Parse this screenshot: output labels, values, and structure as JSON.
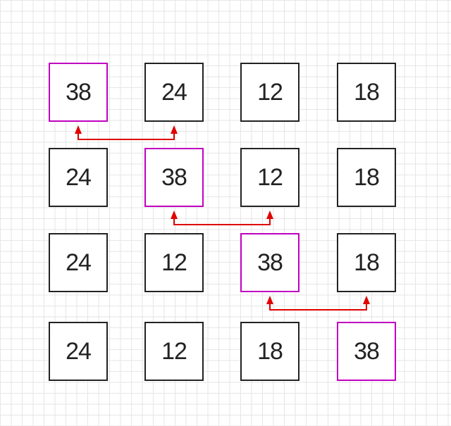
{
  "colors": {
    "cell_border": "#222222",
    "highlight_border": "#c000c0",
    "arrow": "#e00000",
    "text": "#222222"
  },
  "rows": [
    {
      "cells": [
        {
          "value": "38",
          "highlight": true
        },
        {
          "value": "24",
          "highlight": false
        },
        {
          "value": "12",
          "highlight": false
        },
        {
          "value": "18",
          "highlight": false
        }
      ]
    },
    {
      "cells": [
        {
          "value": "24",
          "highlight": false
        },
        {
          "value": "38",
          "highlight": true
        },
        {
          "value": "12",
          "highlight": false
        },
        {
          "value": "18",
          "highlight": false
        }
      ]
    },
    {
      "cells": [
        {
          "value": "24",
          "highlight": false
        },
        {
          "value": "12",
          "highlight": false
        },
        {
          "value": "38",
          "highlight": true
        },
        {
          "value": "18",
          "highlight": false
        }
      ]
    },
    {
      "cells": [
        {
          "value": "24",
          "highlight": false
        },
        {
          "value": "12",
          "highlight": false
        },
        {
          "value": "18",
          "highlight": false
        },
        {
          "value": "38",
          "highlight": true
        }
      ]
    }
  ],
  "swaps": [
    {
      "after_row": 0,
      "columns": [
        0,
        1
      ]
    },
    {
      "after_row": 1,
      "columns": [
        1,
        2
      ]
    },
    {
      "after_row": 2,
      "columns": [
        2,
        3
      ]
    }
  ]
}
